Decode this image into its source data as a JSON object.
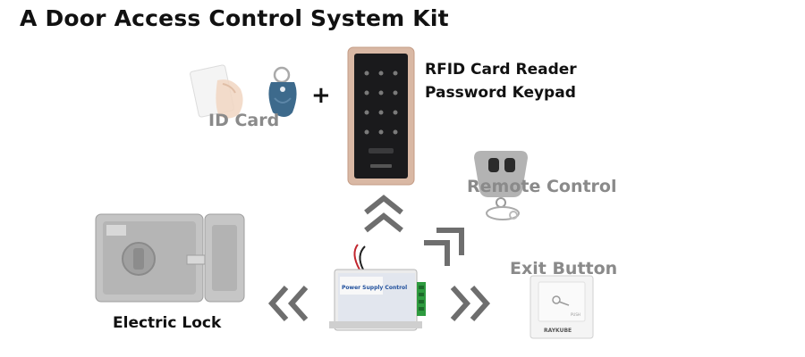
{
  "title": "A Door Access Control System Kit",
  "labels": {
    "id_card": "ID Card",
    "plus": "+",
    "keypad_line1": "RFID Card Reader",
    "keypad_line2": "Password Keypad",
    "remote": "Remote Control",
    "exit_button": "Exit Button",
    "electric_lock": "Electric Lock"
  },
  "product_text": {
    "power_supply": "Power Supply Control",
    "exit_brand": "RAYKUBE",
    "exit_push": "PUSH"
  },
  "colors": {
    "arrow": "#6e6e6e",
    "keypad_frame": "#d9b8a4",
    "keypad_face": "#1a1a1c",
    "lock_metal": "#b9b9b9",
    "tag_blue": "#3d6a8c",
    "psu_blue": "#1f4f9c",
    "terminal_green": "#2e9b3f",
    "wire_red": "#c2262e"
  }
}
